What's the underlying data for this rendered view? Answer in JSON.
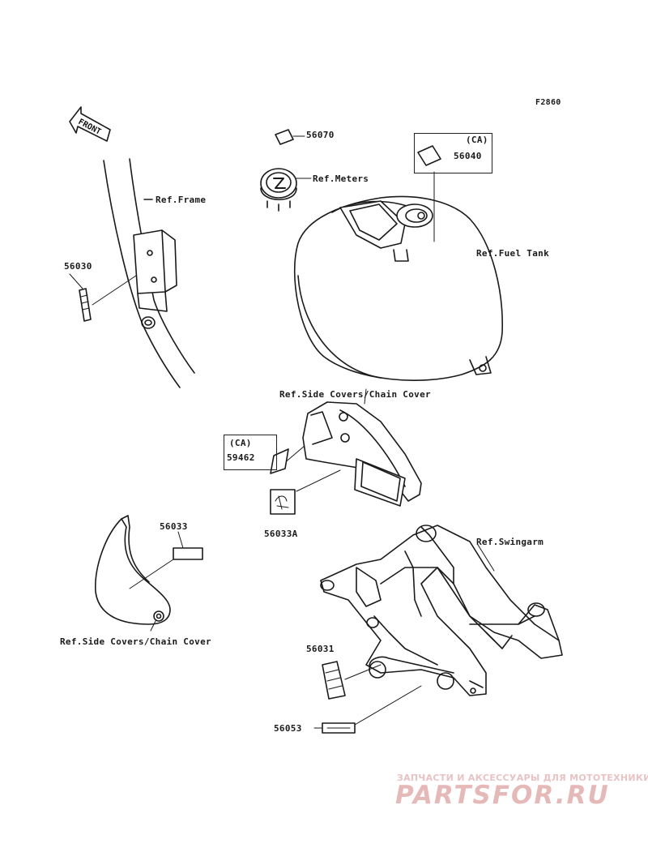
{
  "figure_id": "F2860",
  "front_label": "FRONT",
  "labels": {
    "ref_frame": "Ref.Frame",
    "ref_meters": "Ref.Meters",
    "ref_fuel_tank": "Ref.Fuel Tank",
    "ref_side_covers_top": "Ref.Side Covers/Chain Cover",
    "ref_side_covers_left": "Ref.Side Covers/Chain Cover",
    "ref_swingarm": "Ref.Swingarm"
  },
  "parts": {
    "p56070": "56070",
    "p56040": "56040",
    "p56030": "56030",
    "p59462": "59462",
    "p56033A": "56033A",
    "p56033": "56033",
    "p56031": "56031",
    "p56053": "56053"
  },
  "ca_tag": "(CA)",
  "watermark": {
    "line1": "ЗАПЧАСТИ И АКСЕССУАРЫ ДЛЯ МОТОТЕХНИКИ",
    "line2": "PARTSFOR.RU",
    "color": "#e6b9b9"
  }
}
